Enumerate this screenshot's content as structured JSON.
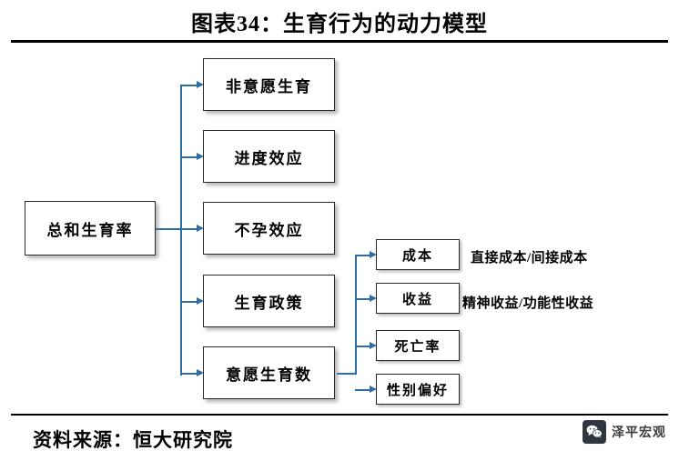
{
  "title": "图表34：生育行为的动力模型",
  "source": "资料来源：恒大研究院",
  "watermark": {
    "label": "泽平宏观",
    "icon": "wechat-logo-icon"
  },
  "colors": {
    "connector": "#2e6da4",
    "node_border": "#2a2a2a",
    "text": "#000000",
    "rule": "#000000"
  },
  "diagram": {
    "type": "flowchart",
    "root": {
      "label": "总和生育率"
    },
    "branches": [
      {
        "label": "非意愿生育"
      },
      {
        "label": "进度效应"
      },
      {
        "label": "不孕效应"
      },
      {
        "label": "生育政策"
      },
      {
        "label": "意愿生育数"
      }
    ],
    "leaves": [
      {
        "label": "成本",
        "annotation": "直接成本/间接成本"
      },
      {
        "label": "收益",
        "annotation": "精神收益/功能性收益"
      },
      {
        "label": "死亡率",
        "annotation": ""
      },
      {
        "label": "性别偏好",
        "annotation": ""
      }
    ]
  }
}
